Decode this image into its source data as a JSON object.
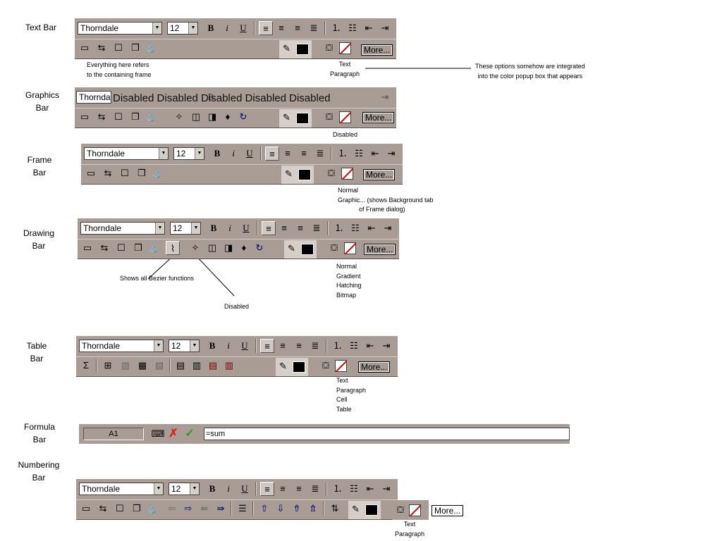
{
  "labels": {
    "text_bar": "Text Bar",
    "graphics_bar": "Graphics\nBar",
    "frame_bar": "Frame\nBar",
    "drawing_bar": "Drawing\nBar",
    "table_bar": "Table\nBar",
    "formula_bar": "Formula\nBar",
    "numbering_bar": "Numbering\nBar"
  },
  "toolbar": {
    "font_name": "Thorndale",
    "font_size": "12",
    "bold": "B",
    "italic": "i",
    "underline": "U",
    "more": "More..."
  },
  "notes": {
    "containing_frame": [
      "Everything here refers",
      "to the containing frame"
    ],
    "text_menu": [
      "Text",
      "Paragraph"
    ],
    "color_popup": [
      "These options somehow are integrated",
      "into the color popup box that appears"
    ],
    "graphics_disabled": "Disabled",
    "graphics_overlay": "Disabled Disabled Disabled Disabled Disabled",
    "frame_menu": [
      "Normal",
      "Graphic... (shows Background tab",
      "of Frame dialog)"
    ],
    "bezier": "Shows all Bezier functions",
    "drawing_disabled": "Disabled",
    "drawing_menu": [
      "Normal",
      "Gradient",
      "Hatching",
      "Bitmap"
    ],
    "table_menu": [
      "Text",
      "Paragraph",
      "Cell",
      "Table"
    ],
    "numbering_menu": [
      "Text",
      "Paragraph"
    ]
  },
  "formula": {
    "cell_ref": "A1",
    "input_value": "=sum",
    "sum_symbol": "Σ"
  },
  "colors": {
    "toolbar_bg": "#a89c94",
    "cancel_red": "#e02020",
    "accept_green": "#20a020"
  }
}
